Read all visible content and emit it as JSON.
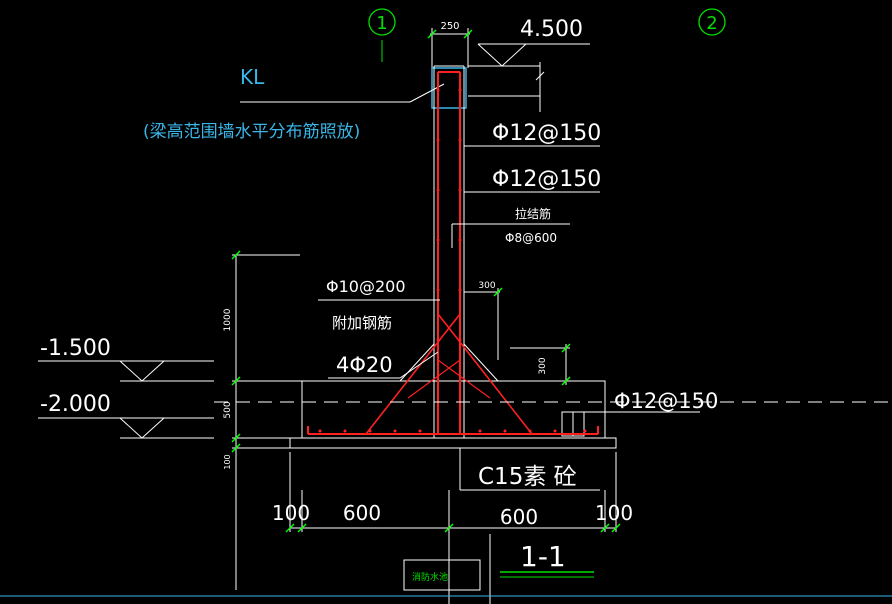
{
  "drawing": {
    "section_title": "1-1",
    "grid": {
      "axis_1": "1",
      "axis_2": "2"
    },
    "elevations": {
      "top": "4.500",
      "mid": "-1.500",
      "low": "-2.000"
    },
    "beam": {
      "code": "KL",
      "note": "(梁高范围墙水平分布筋照放)"
    },
    "rebar": {
      "vertical_1": "Φ12@150",
      "vertical_2": "Φ12@150",
      "tie_label": "拉结筋",
      "tie_spec": "Φ8@600",
      "additional_spec": "Φ10@200",
      "additional_label": "附加钢筋",
      "corner_bars": "4Φ20",
      "bottom_mesh": "Φ12@150"
    },
    "dimensions": {
      "wall_width": "250",
      "haunch_h": "300",
      "haunch_v": "300",
      "wall_height": "1000",
      "footing_height": "500",
      "bedding_height": "100",
      "left_offset": "100",
      "left_width": "600",
      "right_width": "600",
      "right_offset": "100"
    },
    "concrete_label": "C15素  砼",
    "stamp": "消防水池"
  },
  "colors": {
    "line": "#ffffff",
    "rebar": "#ff2020",
    "grid": "#00e000",
    "beam": "#3ab6e8",
    "dim_tick": "#00ff00",
    "concrete": "#ffffff"
  }
}
